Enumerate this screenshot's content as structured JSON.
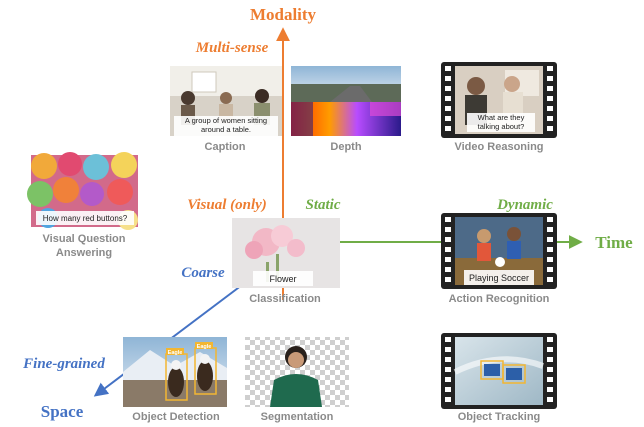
{
  "axes": {
    "modality": {
      "title": "Modality",
      "color": "#ed7d31",
      "upper_note": "Multi-sense",
      "lower_note": "Visual (only)"
    },
    "time": {
      "title": "Time",
      "color": "#70ad47",
      "left_note": "Static",
      "right_note": "Dynamic"
    },
    "space": {
      "title": "Space",
      "color": "#4472c4",
      "upper_note": "Coarse",
      "lower_note": "Fine-grained"
    }
  },
  "tasks": {
    "caption": {
      "label": "Caption",
      "overlay": "A group of women sitting around a table."
    },
    "depth": {
      "label": "Depth"
    },
    "video_reasoning": {
      "label": "Video Reasoning",
      "overlay": "What are they talking about?"
    },
    "vqa": {
      "label_line1": "Visual Question",
      "label_line2": "Answering",
      "overlay": "How many red buttons?"
    },
    "classification": {
      "label": "Classification",
      "overlay": "Flower"
    },
    "action_recognition": {
      "label": "Action Recognition",
      "overlay": "Playing Soccer"
    },
    "object_detection": {
      "label": "Object Detection",
      "tag1": "Eagle",
      "tag2": "Eagle"
    },
    "segmentation": {
      "label": "Segmentation"
    },
    "object_tracking": {
      "label": "Object Tracking"
    }
  },
  "colors": {
    "label_gray": "#8a8a8a",
    "box_yellow": "#f2b632"
  }
}
